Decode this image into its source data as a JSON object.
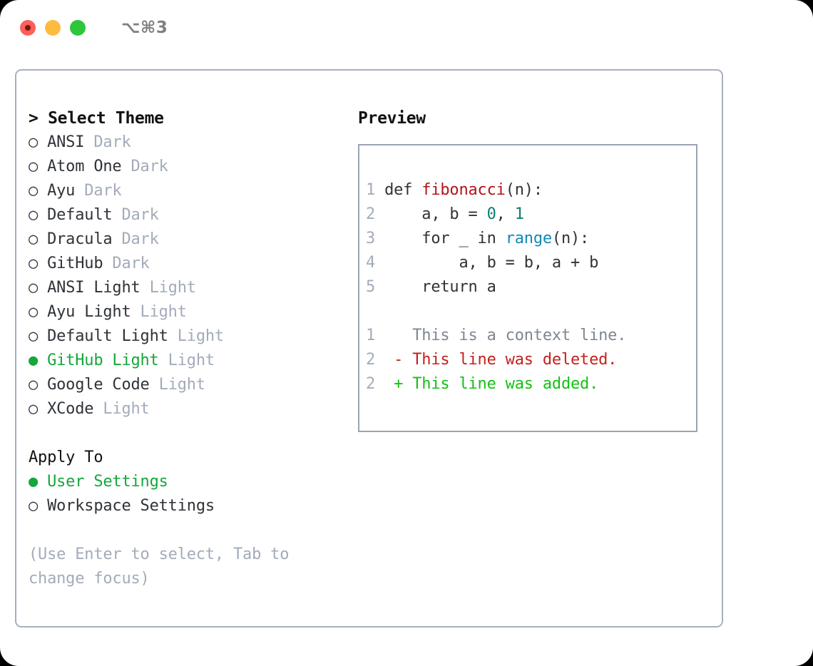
{
  "titlebar": {
    "shortcut": "⌥⌘3",
    "buttons": [
      {
        "name": "close",
        "color": "#fc6058"
      },
      {
        "name": "minimize",
        "color": "#fdbc40"
      },
      {
        "name": "maximize",
        "color": "#2dc63c"
      }
    ]
  },
  "theme_panel": {
    "header": "> Select Theme",
    "marker_selected": "●",
    "marker_unselected": "○",
    "items": [
      {
        "marker": "○",
        "name": "ANSI",
        "variant": "Dark",
        "selected": false
      },
      {
        "marker": "○",
        "name": "Atom One",
        "variant": "Dark",
        "selected": false
      },
      {
        "marker": "○",
        "name": "Ayu",
        "variant": "Dark",
        "selected": false
      },
      {
        "marker": "○",
        "name": "Default",
        "variant": "Dark",
        "selected": false
      },
      {
        "marker": "○",
        "name": "Dracula",
        "variant": "Dark",
        "selected": false
      },
      {
        "marker": "○",
        "name": "GitHub",
        "variant": "Dark",
        "selected": false
      },
      {
        "marker": "○",
        "name": "ANSI Light",
        "variant": "Light",
        "selected": false
      },
      {
        "marker": "○",
        "name": "Ayu Light",
        "variant": "Light",
        "selected": false
      },
      {
        "marker": "○",
        "name": "Default Light",
        "variant": "Light",
        "selected": false
      },
      {
        "marker": "●",
        "name": "GitHub Light",
        "variant": "Light",
        "selected": true
      },
      {
        "marker": "○",
        "name": "Google Code",
        "variant": "Light",
        "selected": false
      },
      {
        "marker": "○",
        "name": "XCode",
        "variant": "Light",
        "selected": false
      }
    ]
  },
  "apply_to": {
    "label": "Apply To",
    "options": [
      {
        "marker": "●",
        "label": "User Settings",
        "selected": true
      },
      {
        "marker": "○",
        "label": "Workspace Settings",
        "selected": false
      }
    ]
  },
  "hint": "(Use Enter to select, Tab to change focus)",
  "preview": {
    "header": "Preview",
    "code_lines": [
      {
        "number": "1",
        "tokens": [
          {
            "text": "def ",
            "type": "def"
          },
          {
            "text": "fibonacci",
            "type": "func"
          },
          {
            "text": "(n):",
            "type": "plain"
          }
        ]
      },
      {
        "number": "2",
        "tokens": [
          {
            "text": "    a, b = ",
            "type": "plain"
          },
          {
            "text": "0",
            "type": "number"
          },
          {
            "text": ", ",
            "type": "plain"
          },
          {
            "text": "1",
            "type": "number"
          }
        ]
      },
      {
        "number": "3",
        "tokens": [
          {
            "text": "    for _ in ",
            "type": "plain"
          },
          {
            "text": "range",
            "type": "builtin"
          },
          {
            "text": "(n):",
            "type": "plain"
          }
        ]
      },
      {
        "number": "4",
        "tokens": [
          {
            "text": "        a, b = b, a + b",
            "type": "plain"
          }
        ]
      },
      {
        "number": "5",
        "tokens": [
          {
            "text": "    return a",
            "type": "plain"
          }
        ]
      }
    ],
    "diff_lines": [
      {
        "number": "1",
        "sign": " ",
        "text": "This is a context line.",
        "kind": "context"
      },
      {
        "number": "2",
        "sign": "-",
        "text": "This line was deleted.",
        "kind": "deleted"
      },
      {
        "number": "2",
        "sign": "+",
        "text": "This line was added.",
        "kind": "added"
      }
    ]
  },
  "colors": {
    "accent_green": "#15a63c",
    "muted": "#a3abba",
    "border": "#a7b0bf",
    "code_function": "#b3131a",
    "code_number": "#0d7d72",
    "code_builtin": "#1289b5",
    "diff_added": "#13c113",
    "diff_deleted": "#c5201b"
  }
}
